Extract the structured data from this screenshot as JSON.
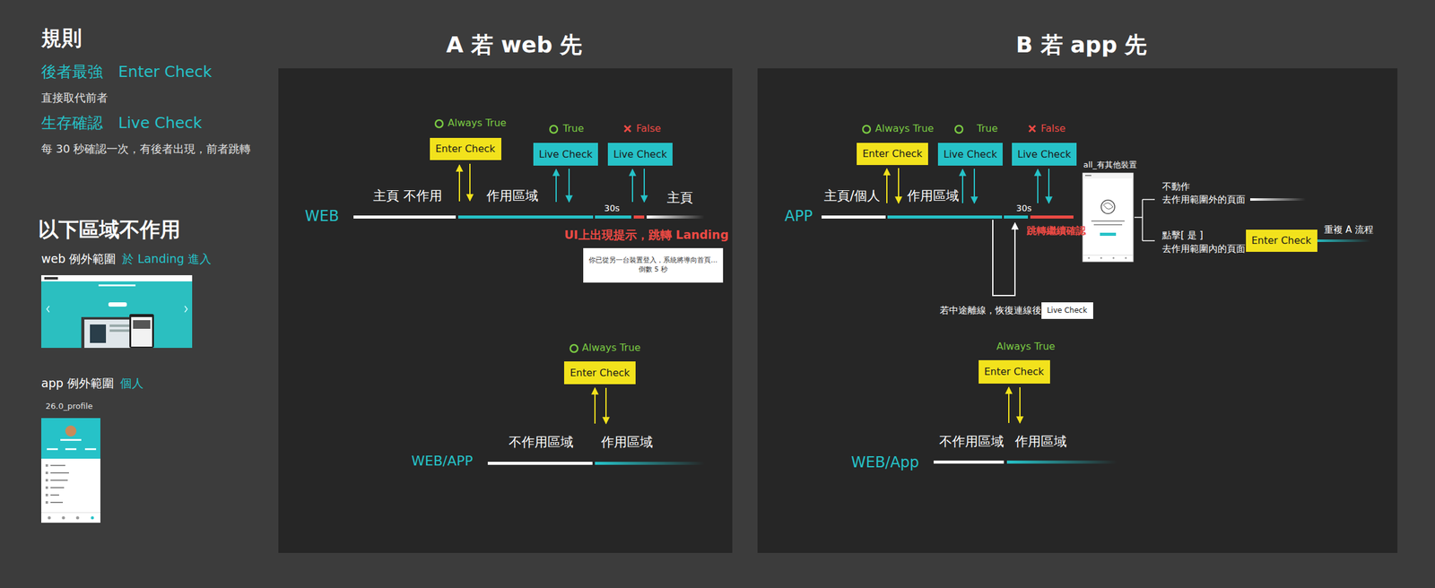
{
  "diagram": {
    "nodes": [
      {
        "text": [
          "Enter Check"
        ]
      },
      {
        "text": [
          "Live Check"
        ]
      },
      {
        "text": [
          "Live Check"
        ]
      },
      {
        "text": [
          "你已從另一台裝置登入，系統將導向首頁...",
          "倒數 5 秒"
        ]
      },
      {
        "text": [
          "Enter Check"
        ]
      },
      {
        "text": [
          "Enter Check"
        ]
      },
      {
        "text": [
          "Live Check"
        ]
      },
      {
        "text": [
          "Live Check"
        ]
      },
      {
        "text": [
          "Live Check"
        ]
      },
      {
        "text": [
          "Enter Check"
        ]
      },
      {
        "text": [
          "Enter Check"
        ]
      }
    ],
    "labels": [
      "規則",
      "後者最強　Enter Check",
      "直接取代前者",
      "生存確認　Live Check",
      "每 30 秒確認一次，有後者出現，前者跳轉",
      "以下區域不作用",
      "web 例外範圍",
      "於 Landing 進入",
      "app 例外範圍",
      "個人",
      "26.0_profile",
      "A 若 web 先",
      "B 若 app 先",
      "Always True",
      "True",
      "False",
      "WEB",
      "主頁 不作用",
      "作用區域",
      "30s",
      "主頁",
      "UI上出現提示，跳轉 Landing",
      "Always True",
      "WEB/APP",
      "不作用區域",
      "作用區域",
      "Always True",
      "True",
      "False",
      "APP",
      "主頁/個人",
      "作用區域",
      "30s",
      "跳轉繼續確認",
      "若中途離線，恢復連線後",
      "all_有其他裝置",
      "不動作",
      "去作用範圍外的頁面",
      "點擊[ 是 ]",
      "去作用範圍內的頁面",
      "重複 A 流程",
      "Always True",
      "WEB/App",
      "不作用區域",
      "作用區域"
    ]
  }
}
